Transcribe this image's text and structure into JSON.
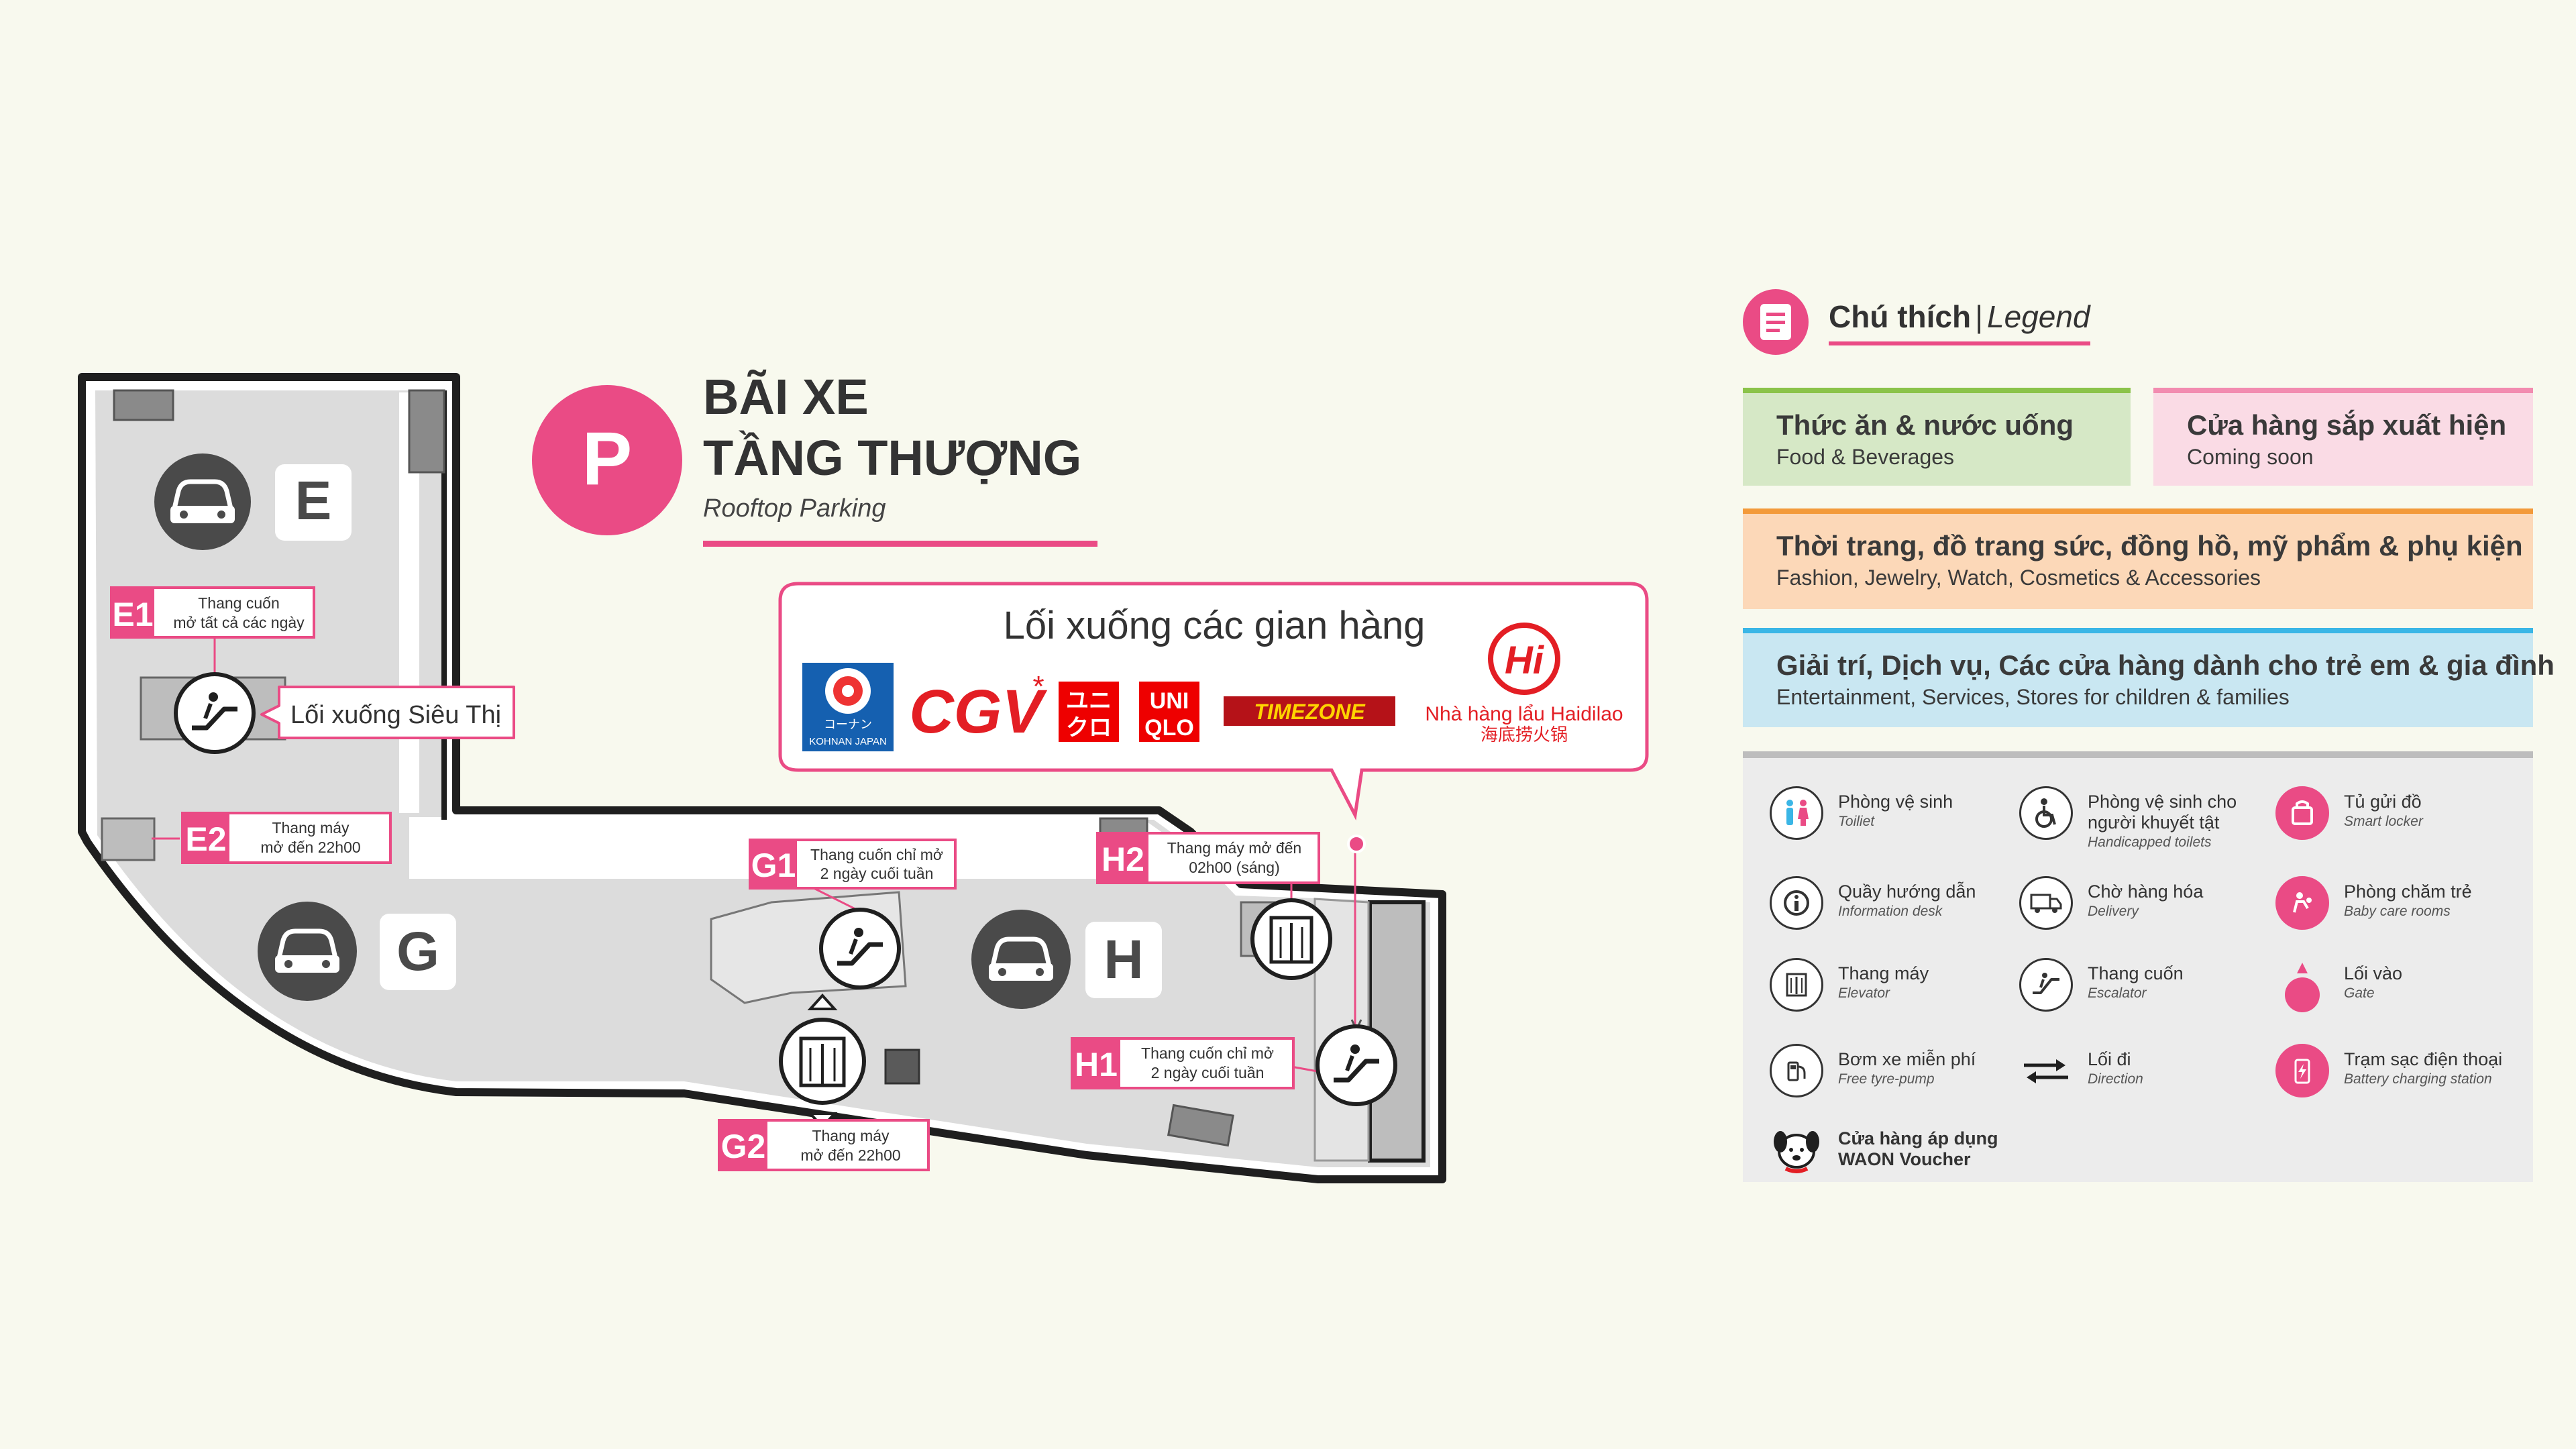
{
  "header": {
    "p_letter": "P",
    "title_line1": "BÃI XE",
    "title_line2": "TẦNG THƯỢNG",
    "subtitle": "Rooftop Parking"
  },
  "zones": {
    "e": "E",
    "g": "G",
    "h": "H"
  },
  "markers": {
    "e1": {
      "code": "E1",
      "line1": "Thang cuốn",
      "line2": "mở tất cả các ngày"
    },
    "e2": {
      "code": "E2",
      "line1": "Thang máy",
      "line2": "mở đến 22h00"
    },
    "g1": {
      "code": "G1",
      "line1": "Thang cuốn chỉ mở",
      "line2": "2 ngày cuối tuần"
    },
    "g2": {
      "code": "G2",
      "line1": "Thang máy",
      "line2": "mở đến 22h00"
    },
    "h1": {
      "code": "H1",
      "line1": "Thang cuốn chỉ mở",
      "line2": "2 ngày cuối tuần"
    },
    "h2": {
      "code": "H2",
      "line1": "Thang máy mở đến",
      "line2": "02h00 (sáng)"
    }
  },
  "supermarket_callout": "Lối xuống Siêu Thị",
  "stores_callout": {
    "title": "Lối xuống các gian hàng",
    "kohnan_small": "コーナン",
    "kohnan_label": "KOHNAN JAPAN",
    "cgv": "CGV",
    "uniqlo_line1": "ユニ",
    "uniqlo_line2": "クロ",
    "uniqlo_line3": "UNI",
    "uniqlo_line4": "QLO",
    "timezone": "TIMEZONE",
    "haidilao_logo": "Hi",
    "haidilao_name": "Nhà hàng lẩu Haidilao",
    "haidilao_cn": "海底捞火锅"
  },
  "legend": {
    "title": "Chú thích",
    "separator": "|",
    "subtitle": "Legend",
    "categories": [
      {
        "vi": "Thức ăn & nước uống",
        "en": "Food & Beverages",
        "color": "#d6e8c6",
        "bar": "#8bc34a"
      },
      {
        "vi": "Cửa hàng sắp xuất hiện",
        "en": "Coming soon",
        "color": "#fadbe5",
        "bar": "#f28cb0"
      },
      {
        "vi": "Thời trang, đồ trang sức, đồng hồ, mỹ phẩm & phụ kiện",
        "en": "Fashion, Jewelry, Watch, Cosmetics & Accessories",
        "color": "#fcd8b8",
        "bar": "#f39a3a"
      },
      {
        "vi": "Giải trí, Dịch vụ, Các cửa hàng dành cho trẻ em & gia đình",
        "en": "Entertainment, Services, Stores for children & families",
        "color": "#c9e7f2",
        "bar": "#3ab6e6"
      }
    ],
    "icons": [
      {
        "vi": "Phòng vệ sinh",
        "en": "Toiliet"
      },
      {
        "vi": "Phòng vệ sinh cho",
        "vi2": "người khuyết tật",
        "en": "Handicapped toilets"
      },
      {
        "vi": "Tủ gửi đồ",
        "en": "Smart locker"
      },
      {
        "vi": "Quầy hướng dẫn",
        "en": "Information desk"
      },
      {
        "vi": "Chờ hàng hóa",
        "en": "Delivery"
      },
      {
        "vi": "Phòng chăm trẻ",
        "en": "Baby care rooms"
      },
      {
        "vi": "Thang máy",
        "en": "Elevator"
      },
      {
        "vi": "Thang cuốn",
        "en": "Escalator"
      },
      {
        "vi": "Lối vào",
        "en": "Gate"
      },
      {
        "vi": "Bơm xe miễn phí",
        "en": "Free tyre-pump"
      },
      {
        "vi": "Lối đi",
        "en": "Direction"
      },
      {
        "vi": "Trạm sạc điện thoại",
        "en": "Battery charging station"
      },
      {
        "vi": "Cửa hàng áp dụng",
        "vi2": "WAON Voucher"
      }
    ]
  },
  "colors": {
    "accent": "#ea4b85",
    "floor": "#dcdcdc",
    "dark": "#4a4a4a"
  }
}
